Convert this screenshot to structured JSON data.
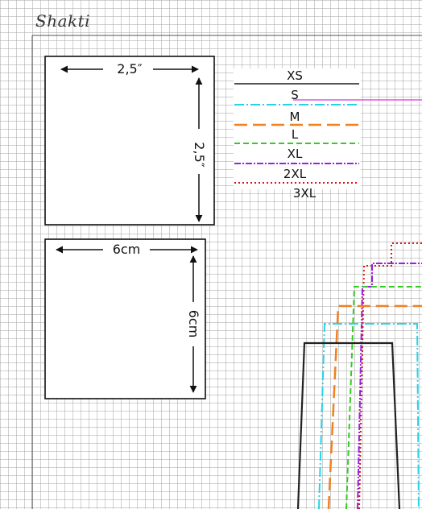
{
  "brand": "Shakti",
  "test_squares": {
    "imperial": {
      "width_label": "2,5″",
      "height_label": "2,5″"
    },
    "metric": {
      "width_label": "6cm",
      "height_label": "6cm"
    }
  },
  "size_legend": [
    {
      "size": "XS",
      "color": "#555555",
      "style": "solid"
    },
    {
      "size": "S",
      "color": "#e050e0",
      "style": "solid"
    },
    {
      "size": "M",
      "color": "#26d4e8",
      "style": "dash-dot"
    },
    {
      "size": "L",
      "color": "#f08020",
      "style": "long-dash"
    },
    {
      "size": "XL",
      "color": "#33cc22",
      "style": "short-dash"
    },
    {
      "size": "2XL",
      "color": "#9922dd",
      "style": "dash-dot-small"
    },
    {
      "size": "3XL",
      "color": "#dd1111",
      "style": "dotted"
    }
  ]
}
